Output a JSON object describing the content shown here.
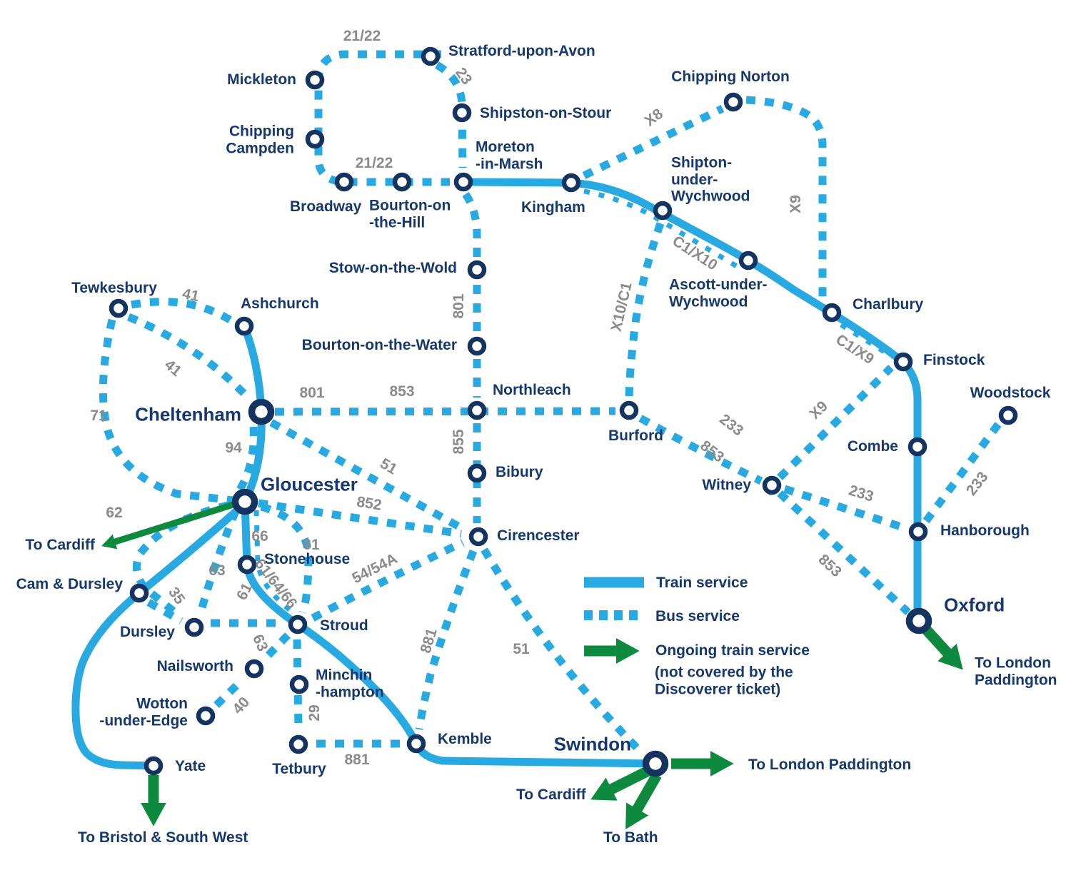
{
  "legend": {
    "train_label": "Train service",
    "bus_label": "Bus service",
    "ongoing_label": "Ongoing train service",
    "ongoing_note": "(not covered by the\nDiscoverer ticket)"
  },
  "colors": {
    "line_blue": "#29A9E1",
    "text_navy": "#17386E",
    "circle_navy": "#14335F",
    "route_gray": "#8A8A8A",
    "green": "#0E8A3E"
  },
  "stations": [
    {
      "id": "stratford-upon-avon",
      "name": "Stratford-upon-Avon"
    },
    {
      "id": "mickleton",
      "name": "Mickleton"
    },
    {
      "id": "chipping-campden",
      "name": "Chipping\nCampden"
    },
    {
      "id": "broadway",
      "name": "Broadway"
    },
    {
      "id": "bourton-on-the-hill",
      "name": "Bourton-on\n-the-Hill"
    },
    {
      "id": "moreton-in-marsh",
      "name": "Moreton\n-in-Marsh"
    },
    {
      "id": "kingham",
      "name": "Kingham"
    },
    {
      "id": "shipston-on-stour",
      "name": "Shipston-on-Stour"
    },
    {
      "id": "chipping-norton",
      "name": "Chipping Norton"
    },
    {
      "id": "shipton-under-wychwood",
      "name": "Shipton-\nunder-\nWychwood"
    },
    {
      "id": "ascott-under-wychwood",
      "name": "Ascott-under-\nWychwood"
    },
    {
      "id": "charlbury",
      "name": "Charlbury"
    },
    {
      "id": "finstock",
      "name": "Finstock"
    },
    {
      "id": "woodstock",
      "name": "Woodstock"
    },
    {
      "id": "combe",
      "name": "Combe"
    },
    {
      "id": "hanborough",
      "name": "Hanborough"
    },
    {
      "id": "oxford",
      "name": "Oxford"
    },
    {
      "id": "stow-on-the-wold",
      "name": "Stow-on-the-Wold"
    },
    {
      "id": "bourton-on-the-water",
      "name": "Bourton-on-the-Water"
    },
    {
      "id": "northleach",
      "name": "Northleach"
    },
    {
      "id": "bibury",
      "name": "Bibury"
    },
    {
      "id": "burford",
      "name": "Burford"
    },
    {
      "id": "witney",
      "name": "Witney"
    },
    {
      "id": "tewkesbury",
      "name": "Tewkesbury"
    },
    {
      "id": "ashchurch",
      "name": "Ashchurch"
    },
    {
      "id": "cheltenham",
      "name": "Cheltenham"
    },
    {
      "id": "gloucester",
      "name": "Gloucester"
    },
    {
      "id": "stonehouse",
      "name": "Stonehouse"
    },
    {
      "id": "stroud",
      "name": "Stroud"
    },
    {
      "id": "cam-and-dursley",
      "name": "Cam & Dursley"
    },
    {
      "id": "dursley",
      "name": "Dursley"
    },
    {
      "id": "nailsworth",
      "name": "Nailsworth"
    },
    {
      "id": "minchinhampton",
      "name": "Minchin\n-hampton"
    },
    {
      "id": "wotton-under-edge",
      "name": "Wotton\n-under-Edge"
    },
    {
      "id": "yate",
      "name": "Yate"
    },
    {
      "id": "tetbury",
      "name": "Tetbury"
    },
    {
      "id": "kemble",
      "name": "Kemble"
    },
    {
      "id": "swindon",
      "name": "Swindon"
    },
    {
      "id": "cirencester",
      "name": "Cirencester"
    }
  ],
  "route_labels": [
    {
      "label": "21/22"
    },
    {
      "label": "23"
    },
    {
      "label": "21/22"
    },
    {
      "label": "X8"
    },
    {
      "label": "X9"
    },
    {
      "label": "C1/X10"
    },
    {
      "label": "X10/C1"
    },
    {
      "label": "801"
    },
    {
      "label": "855"
    },
    {
      "label": "801"
    },
    {
      "label": "853"
    },
    {
      "label": "41"
    },
    {
      "label": "41"
    },
    {
      "label": "71"
    },
    {
      "label": "94"
    },
    {
      "label": "62"
    },
    {
      "label": "66"
    },
    {
      "label": "61"
    },
    {
      "label": "63"
    },
    {
      "label": "61"
    },
    {
      "label": "61/64/66"
    },
    {
      "label": "852"
    },
    {
      "label": "51"
    },
    {
      "label": "54/54A"
    },
    {
      "label": "35"
    },
    {
      "label": "63"
    },
    {
      "label": "40"
    },
    {
      "label": "29"
    },
    {
      "label": "881"
    },
    {
      "label": "881"
    },
    {
      "label": "51"
    },
    {
      "label": "233"
    },
    {
      "label": "853"
    },
    {
      "label": "X9"
    },
    {
      "label": "233"
    },
    {
      "label": "853"
    },
    {
      "label": "233"
    },
    {
      "label": "C1/X9"
    }
  ],
  "destinations": [
    {
      "label": "To Cardiff"
    },
    {
      "label": "To Bristol & South West"
    },
    {
      "label": "To Cardiff"
    },
    {
      "label": "To Bath"
    },
    {
      "label": "To London Paddington"
    },
    {
      "label": "To London\nPaddington"
    }
  ]
}
